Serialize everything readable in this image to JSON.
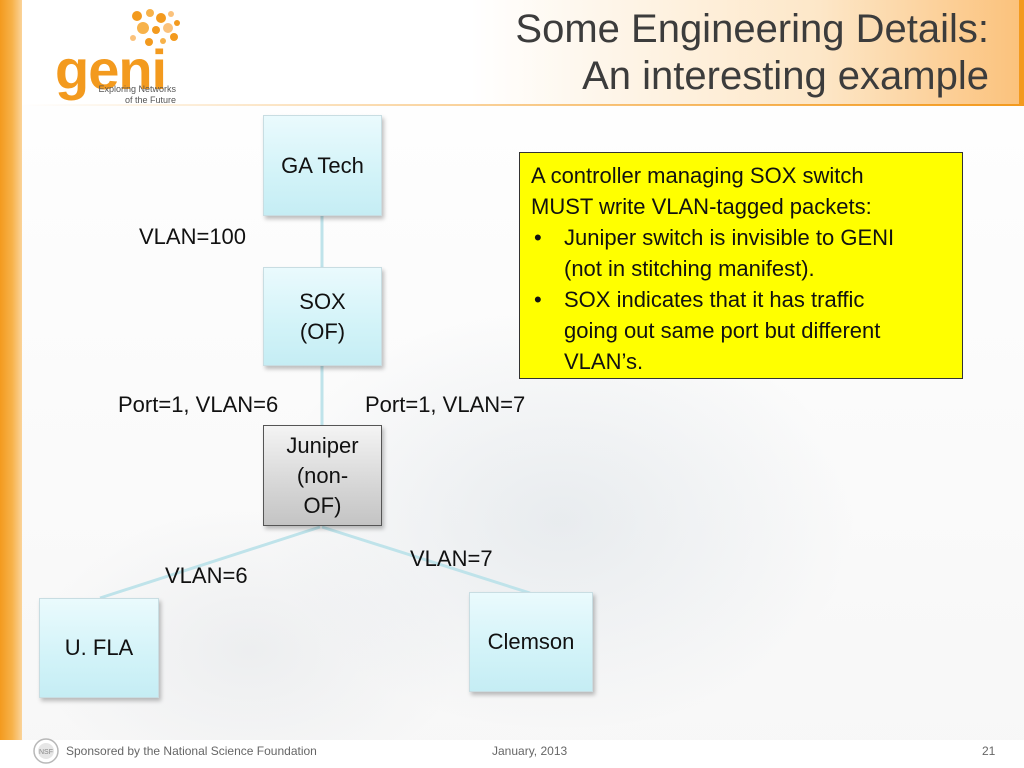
{
  "title": {
    "line1": "Some Engineering Details:",
    "line2": "An interesting example"
  },
  "logo": {
    "wordmark": "geni",
    "tagline_line1": "Exploring Networks",
    "tagline_line2": "of the Future"
  },
  "diagram": {
    "nodes": {
      "ga_tech": "GA Tech",
      "sox": "SOX\n(OF)",
      "juniper": "Juniper\n(non-\nOF)",
      "ufla": "U. FLA",
      "clemson": "Clemson"
    },
    "edge_labels": {
      "ga_sox": "VLAN=100",
      "sox_juniper_left": "Port=1, VLAN=6",
      "sox_juniper_right": "Port=1, VLAN=7",
      "juniper_ufla": "VLAN=6",
      "juniper_clemson": "VLAN=7"
    },
    "colors": {
      "node_fill": "#d2f3f8",
      "juniper_fill": "#d6d6d6",
      "connector": "#bfe3ea",
      "callout_fill": "#ffff00",
      "accent": "#f39a1e"
    }
  },
  "callout": {
    "intro_line1": "A controller managing SOX switch",
    "intro_line2": "MUST write VLAN-tagged packets:",
    "bullets": [
      {
        "line1": "Juniper switch is invisible to GENI",
        "line2": "(not in stitching manifest)."
      },
      {
        "line1": "SOX indicates that it has traffic",
        "line2": "going out same port but different",
        "line3": "VLAN’s."
      }
    ]
  },
  "footer": {
    "sponsor": "Sponsored by the National Science Foundation",
    "date": "January, 2013",
    "page_number": "21",
    "nsf_logo_text": "NSF"
  }
}
